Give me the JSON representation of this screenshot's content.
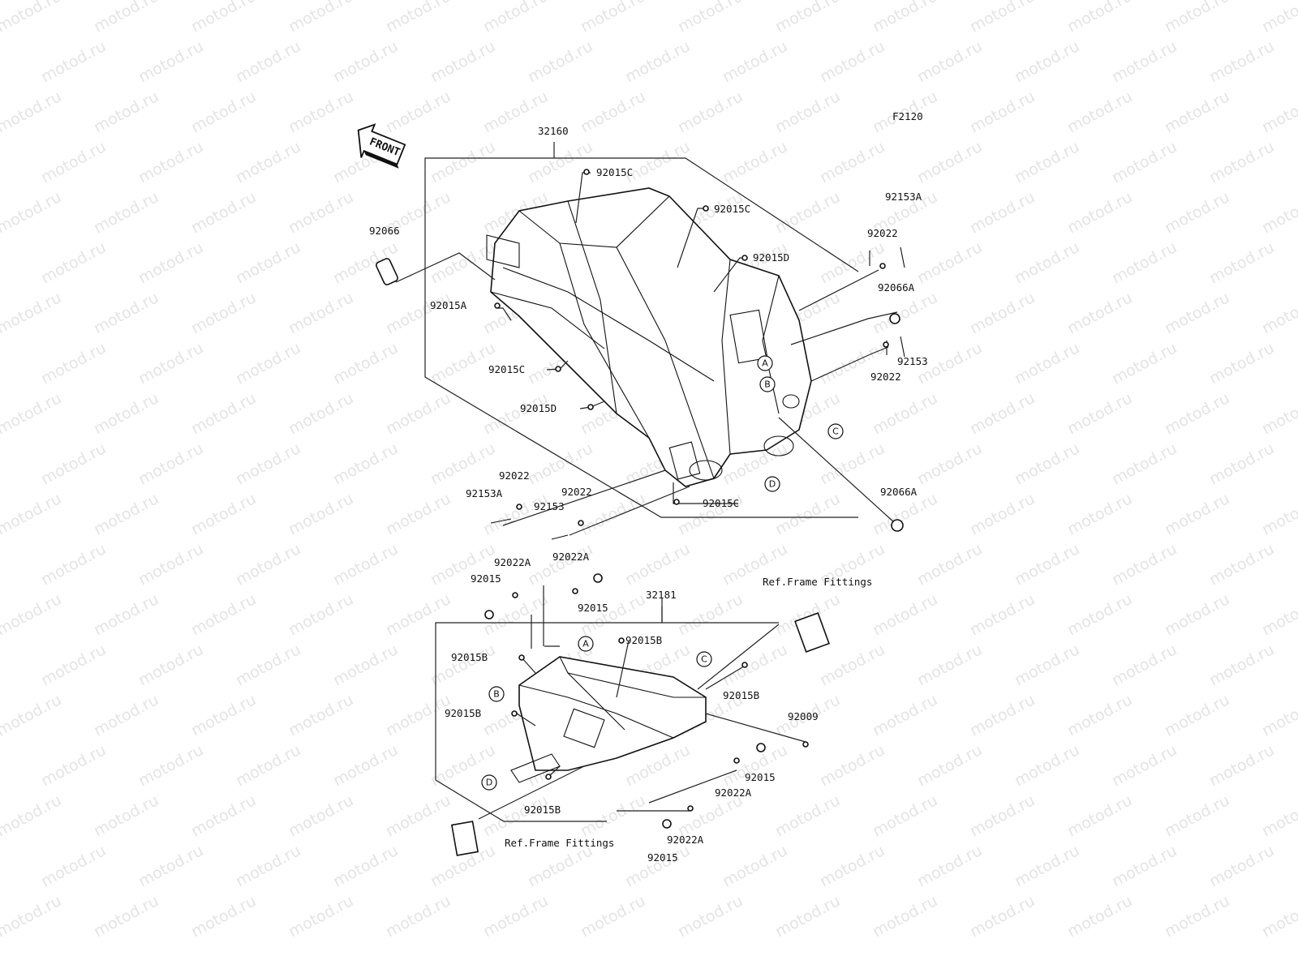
{
  "watermark": "motod.ru",
  "diagram_code": "F2120",
  "front_arrow_label": "FRONT",
  "labels": {
    "main_frame": "32160",
    "sub_frame": "32181",
    "ref_frame_fittings_top": "Ref.Frame Fittings",
    "ref_frame_fittings_bottom": "Ref.Frame Fittings",
    "l_92015C_top": "92015C",
    "l_92015C_mid": "92015C",
    "l_92015D_right": "92015D",
    "l_92066_left": "92066",
    "l_92015A": "92015A",
    "l_92015C_left": "92015C",
    "l_92015D_left": "92015D",
    "l_92022_r1": "92022",
    "l_92153A_r": "92153A",
    "l_92066A_r1": "92066A",
    "l_92153_r": "92153",
    "l_92022_r2": "92022",
    "l_92066A_r2": "92066A",
    "l_92015C_bottom": "92015C",
    "l_92022_l1": "92022",
    "l_92153A_l": "92153A",
    "l_92022_l2": "92022",
    "l_92153_l": "92153",
    "l_92022A_l1": "92022A",
    "l_92022A_l2": "92022A",
    "l_92015_l1": "92015",
    "l_92015_l2": "92015",
    "l_92015B_top": "92015B",
    "l_92015B_left1": "92015B",
    "l_92015B_left2": "92015B",
    "l_92015B_right": "92015B",
    "l_92009": "92009",
    "l_92015_r1": "92015",
    "l_92022A_r1": "92022A",
    "l_92015B_bottom": "92015B",
    "l_92022A_r2": "92022A",
    "l_92015_r2": "92015"
  },
  "reference_marks": {
    "A": "A",
    "B": "B",
    "C": "C",
    "D": "D"
  }
}
